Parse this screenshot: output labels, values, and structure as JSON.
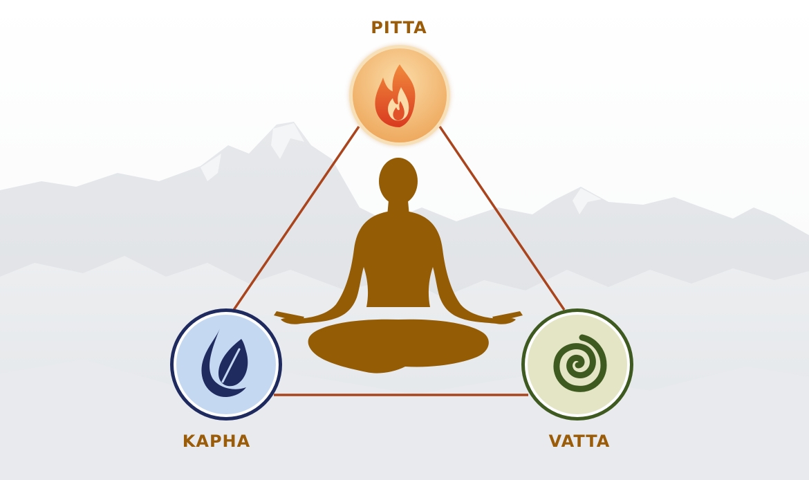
{
  "nodes": [
    {
      "id": "top",
      "label": "PITTA",
      "icon": "fire-icon",
      "fill": "#f3bb79",
      "ring": "#f7e0b8",
      "icon_color": "#e2522a"
    },
    {
      "id": "left",
      "label": "KAPHA",
      "icon": "water-drop-leaf-icon",
      "fill": "#c5d8f2",
      "ring": "#1f2a5e",
      "icon_color": "#1f2a5e"
    },
    {
      "id": "right",
      "label": "VATTA",
      "icon": "spiral-icon",
      "fill": "#e4e5c4",
      "ring": "#3e5a20",
      "icon_color": "#3e5a20"
    }
  ],
  "center_figure": {
    "icon": "meditating-person-icon",
    "color": "#955c06"
  },
  "connector_color": "#a9441c",
  "background": "snowy-mountains",
  "label_color": "#9a5c08"
}
